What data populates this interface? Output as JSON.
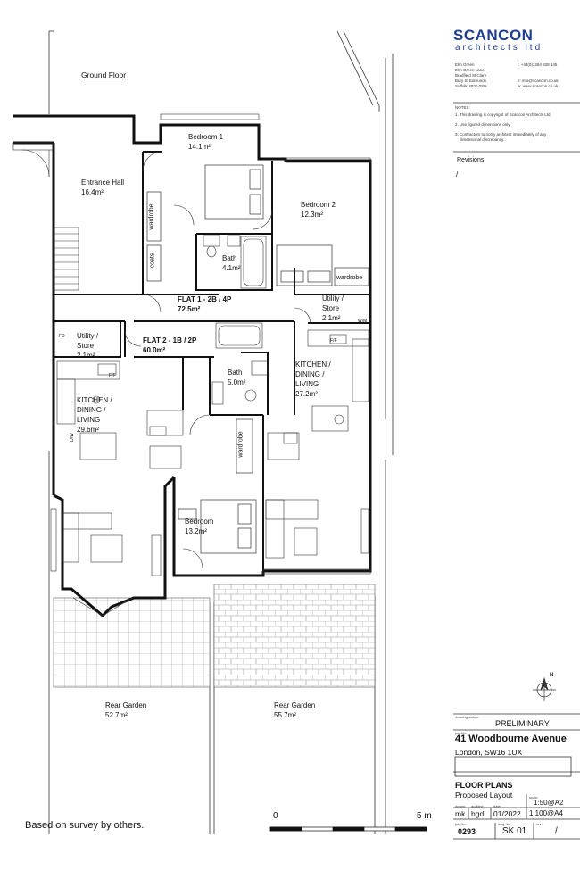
{
  "drawing": {
    "floor_label": "Ground Floor",
    "survey_note": "Based on survey by others.",
    "scale_bar": {
      "start": "0",
      "end": "5 m"
    }
  },
  "rooms": {
    "bedroom1": {
      "name": "Bedroom 1",
      "area": "14.1m²"
    },
    "entrance_hall": {
      "name": "Entrance Hall",
      "area": "16.4m²"
    },
    "bedroom2": {
      "name": "Bedroom 2",
      "area": "12.3m²"
    },
    "bath1": {
      "name": "Bath",
      "area": "4.1m²"
    },
    "wardrobe_left": "wardrobe",
    "coats": "coats",
    "wardrobe_right": "wardrobe",
    "flat1": {
      "name": "FLAT 1 - 2B / 4P",
      "area": "72.5m²"
    },
    "utility_right": {
      "line1": "Utility /",
      "line2": "Store",
      "area": "2.1m²"
    },
    "utility_left": {
      "line1": "Utility /",
      "line2": "Store",
      "area": "2.1m²"
    },
    "flat2": {
      "name": "FLAT 2 - 1B / 2P",
      "area": "60.0m²"
    },
    "kitchen_right": {
      "line1": "KITCHEN /",
      "line2": "DINING /",
      "line3": "LIVING",
      "area": "27.2m²"
    },
    "kitchen_left": {
      "line1": "KITCHEN /",
      "line2": "DINING /",
      "line3": "LIVING",
      "area": "29.6m²"
    },
    "bath2": {
      "name": "Bath",
      "area": "5.0m²"
    },
    "wardrobe_mid": "wardrobe",
    "bedroom": {
      "name": "Bedroom",
      "area": "13.2m²"
    },
    "rear_garden_left": {
      "name": "Rear Garden",
      "area": "52.7m²"
    },
    "rear_garden_right": {
      "name": "Rear Garden",
      "area": "55.7m²"
    },
    "fd": "FD",
    "ff": "F/F",
    "dw": "D/W",
    "wm": "W/M"
  },
  "titleblock": {
    "logo": "SCANCON",
    "logo_sub": "architects ltd",
    "address": [
      "Elm Green",
      "Elm Green Lane",
      "Bradfield St Clare",
      "Bury St Edmunds",
      "Suffolk  IP30 0SH"
    ],
    "contact": [
      "t: +44(0)1284 828 145",
      "",
      "",
      "e: info@scancon.co.uk",
      "w: www.scancon.co.uk"
    ],
    "notes_heading": "NOTES:",
    "notes": [
      "1. This drawing is copyright of Scancon Architects Ltd.",
      "2. Use figured dimensions only.",
      "3. Contractors to notify architect immediately of any",
      "    dimensional discrepancy."
    ],
    "revisions_label": "Revisions:",
    "revisions_value": "/",
    "status_caption": "drawing status:",
    "status": "PRELIMINARY",
    "job_caption": "job title:",
    "job_title": "41 Woodbourne Avenue",
    "job_location": "London, SW16 1UX",
    "drawing_title": "FLOOR PLANS",
    "drawing_subtitle": "Proposed Layout",
    "drawn_caption": "drawn:",
    "drawn": "mk",
    "checked_caption": "audited:",
    "checked": "bgd",
    "date_caption": "date:",
    "date": "01/2022",
    "scale_caption": "scale:",
    "scale1": "1:50@A2",
    "scale2": "1:100@A4",
    "jobno_caption": "job No:",
    "jobno": "0293",
    "dwgno_caption": "dwg No:",
    "dwgno": "SK 01",
    "rev_caption": "rev:",
    "rev": "/"
  },
  "north_label": "N"
}
